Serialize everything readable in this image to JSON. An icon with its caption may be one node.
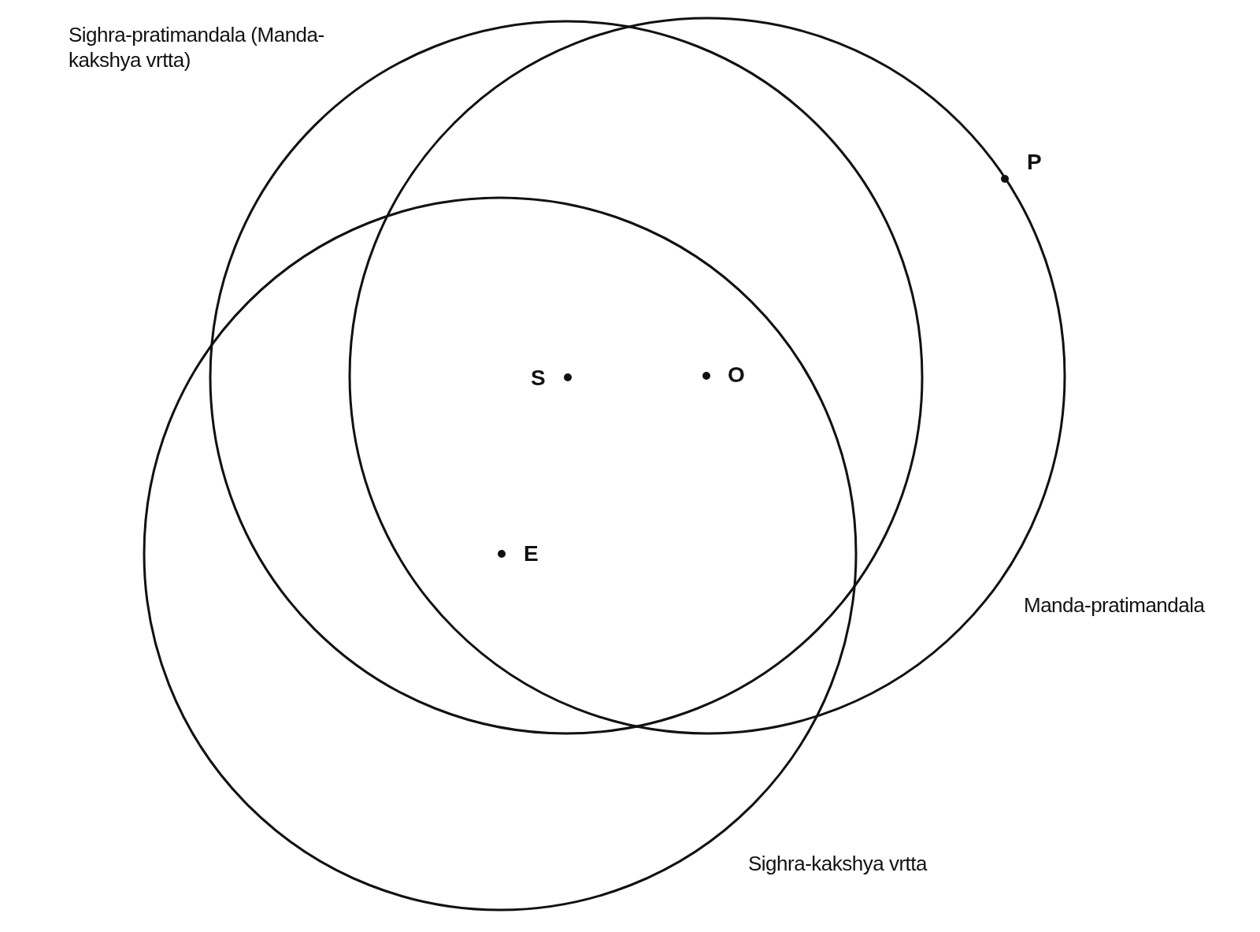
{
  "diagram": {
    "nodes": [
      {
        "text": [],
        "shape": "circle",
        "beside": [
          "Sighra-pratimandala (Manda-kakshya vrtta)"
        ]
      },
      {
        "text": [],
        "shape": "circle",
        "beside": [
          "Manda-pratimandala"
        ]
      },
      {
        "text": [],
        "shape": "circle",
        "beside": [
          "Sighra-kakshya vrtta"
        ]
      }
    ],
    "edges": [],
    "labels": [
      "P",
      "S",
      "O",
      "E"
    ]
  }
}
